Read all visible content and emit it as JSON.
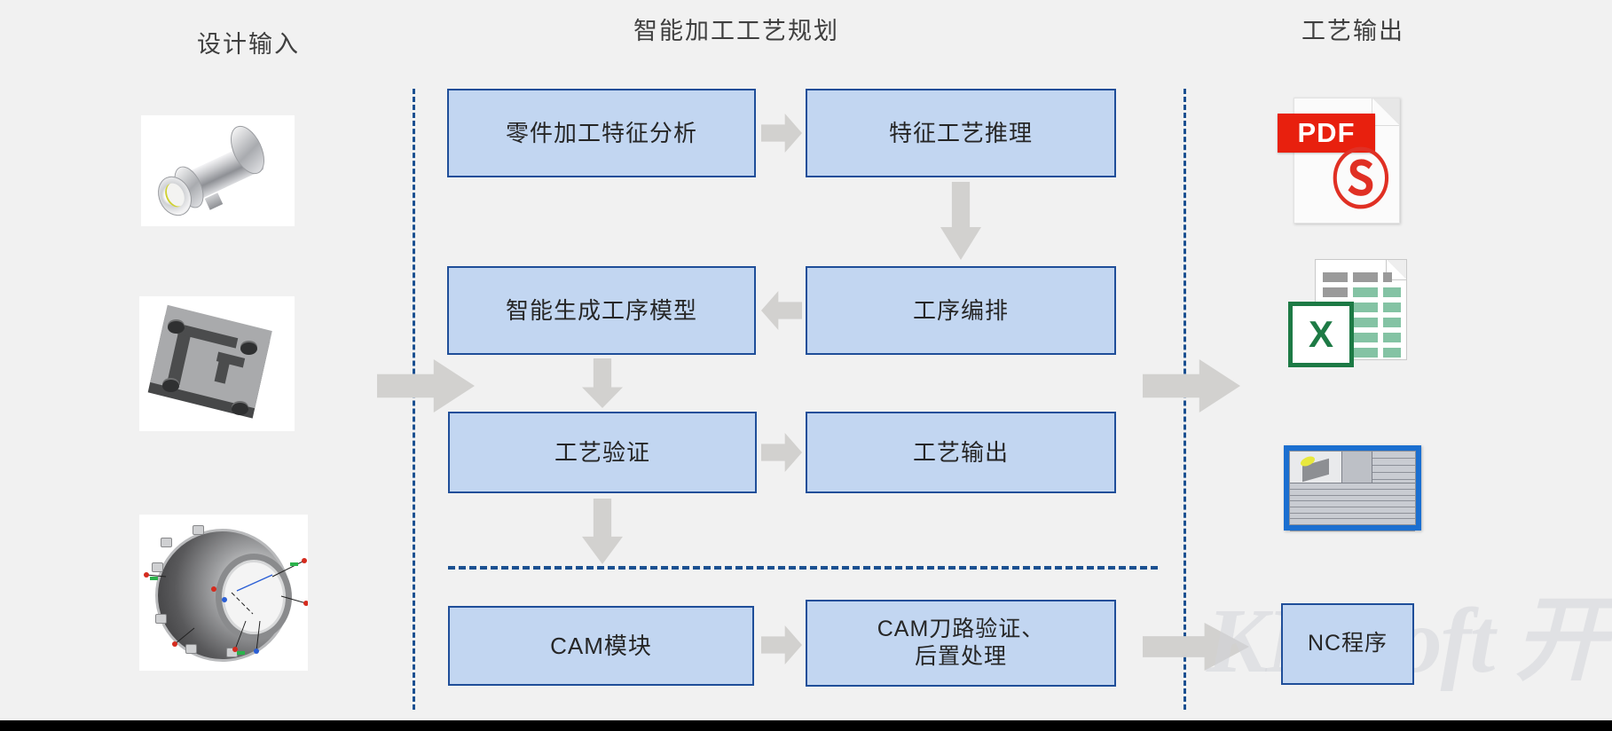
{
  "columns": {
    "design_input_title": "设计输入",
    "planning_title": "智能加工工艺规划",
    "output_title": "工艺输出"
  },
  "design_inputs": [
    {
      "name": "shaft-housing-3d-model",
      "caption": ""
    },
    {
      "name": "mold-base-plate-3d-model",
      "caption": ""
    },
    {
      "name": "engine-casing-mbd-model",
      "caption": ""
    }
  ],
  "process_boxes": [
    {
      "id": "feature-analysis",
      "label": "零件加工特征分析"
    },
    {
      "id": "feature-reasoning",
      "label": "特征工艺推理"
    },
    {
      "id": "generate-operation-model",
      "label": "智能生成工序模型"
    },
    {
      "id": "operation-sequencing",
      "label": "工序编排"
    },
    {
      "id": "process-verification",
      "label": "工艺验证"
    },
    {
      "id": "process-output",
      "label": "工艺输出"
    },
    {
      "id": "cam-module",
      "label": "CAM模块"
    },
    {
      "id": "cam-toolpath-verify",
      "label_line1": "CAM刀路验证、",
      "label_line2": "后置处理"
    },
    {
      "id": "nc-program",
      "label": "NC程序"
    }
  ],
  "outputs": [
    {
      "id": "pdf-document",
      "badge": "PDF"
    },
    {
      "id": "excel-spreadsheet",
      "badge": "X"
    },
    {
      "id": "process-card-drawing",
      "badge": ""
    }
  ],
  "watermark": "KMSoft 开目",
  "colors": {
    "box_fill": "#c2d6f1",
    "box_border": "#1f4e99",
    "arrow_gray": "#d2d1cf",
    "dashed_blue": "#1b5091",
    "background": "#f1f1f1",
    "pdf_red": "#e8200e",
    "excel_green": "#1d7a45"
  }
}
